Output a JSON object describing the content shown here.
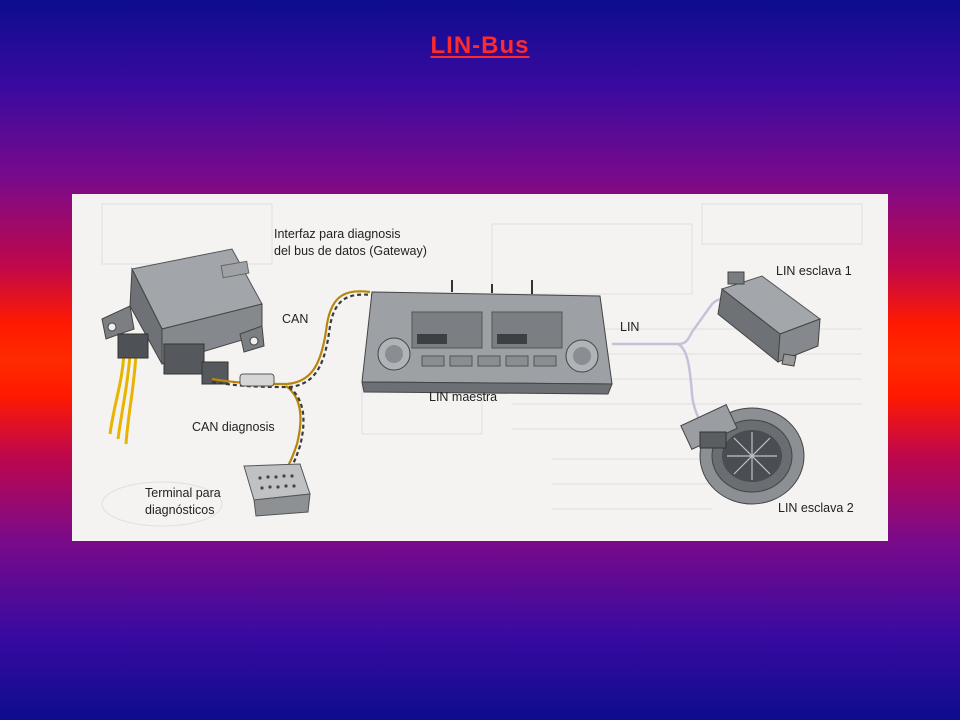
{
  "slide": {
    "title": "LIN-Bus",
    "title_color": "#ff2a2a"
  },
  "figure": {
    "labels": {
      "gateway_line1": "Interfaz para diagnosis",
      "gateway_line2": "del bus de datos (Gateway)",
      "can": "CAN",
      "lin": "LIN",
      "lin_maestra": "LIN maestra",
      "can_diagnosis": "CAN diagnosis",
      "terminal_line1": "Terminal para",
      "terminal_line2": "diagnósticos",
      "lin_slave_1": "LIN esclava 1",
      "lin_slave_2": "LIN esclava 2"
    },
    "colors": {
      "background": "#f4f3f1",
      "module_body": "#8a8d91",
      "module_dark": "#5c5f63",
      "lin_wire": "#c8c0d8",
      "can_wire_a": "#b8860b",
      "can_wire_b": "#3a3a3a",
      "power_wires": "#e8b400"
    }
  }
}
